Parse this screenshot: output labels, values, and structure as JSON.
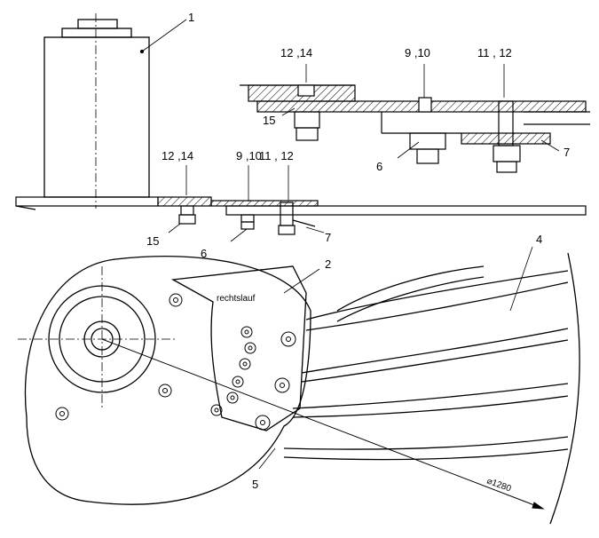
{
  "labels": {
    "motor": "1",
    "plate": "2",
    "blade": "4",
    "disc_edge": "5",
    "nut_a": "6",
    "bolt_b": "7",
    "screw_a": "9 ,10",
    "screw_b": "11 , 12",
    "screw_c": "12 ,14",
    "washer": "15",
    "rotation": "rechtslauf",
    "diameter": "⌀1280"
  }
}
